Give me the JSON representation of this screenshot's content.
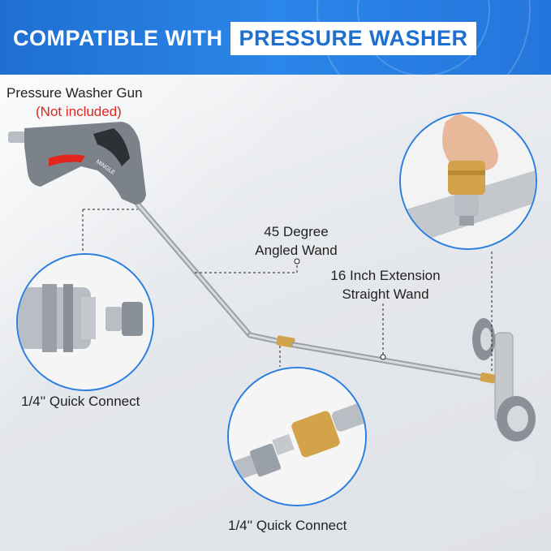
{
  "header": {
    "title_plain": "COMPATIBLE WITH",
    "title_highlight": "PRESSURE WASHER"
  },
  "labels": {
    "gun": "Pressure Washer Gun",
    "gun_note": "(Not included)",
    "angled_wand_line1": "45 Degree",
    "angled_wand_line2": "Angled Wand",
    "extension_line1": "16 Inch Extension",
    "extension_line2": "Straight Wand",
    "quick_connect_left": "1/4'' Quick Connect",
    "quick_connect_bottom": "1/4'' Quick Connect",
    "gun_brand": "MINGLE"
  },
  "colors": {
    "header_blue": "#2a86e8",
    "accent_blue": "#1f6fd1",
    "note_red": "#e0261e",
    "trigger_red": "#e0261e",
    "brass": "#d2a34a",
    "steel": "#b9bec4"
  }
}
